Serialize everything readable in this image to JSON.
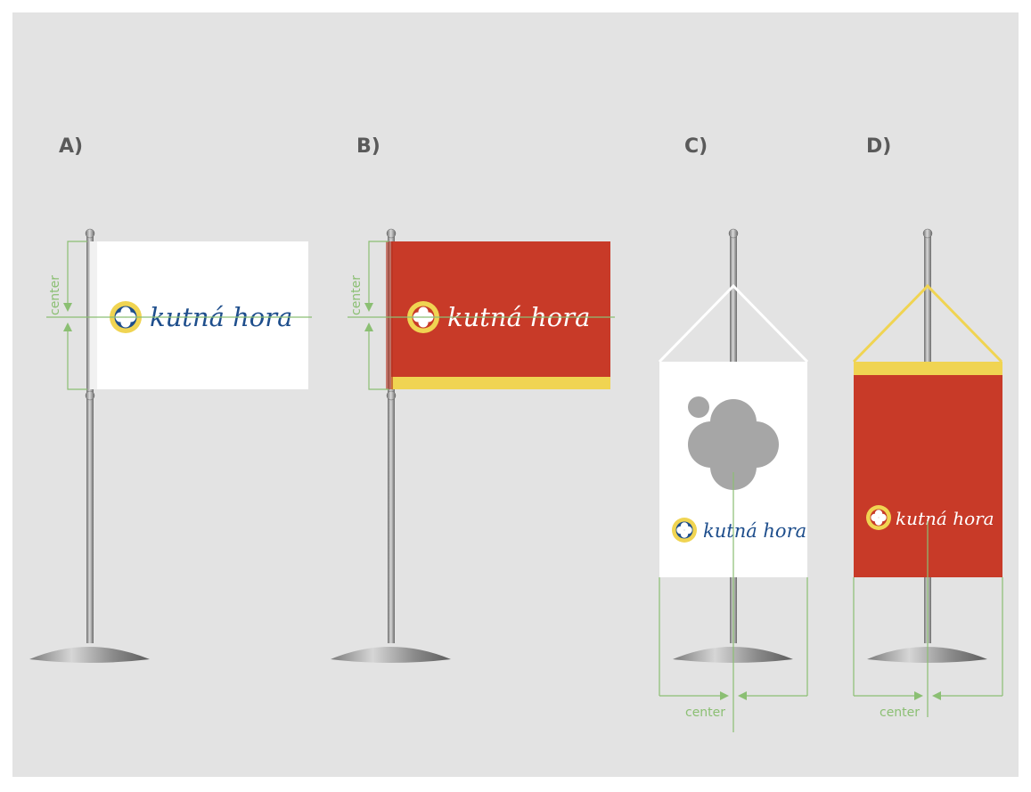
{
  "panels": [
    {
      "label": "A)"
    },
    {
      "label": "B)"
    },
    {
      "label": "C)"
    },
    {
      "label": "D)"
    }
  ],
  "logo_text": "kutná hora",
  "center_label": "center",
  "colors": {
    "background": "#e3e3e3",
    "brand_red": "#c83a28",
    "brand_yellow": "#f0d452",
    "brand_blue": "#1e4e8c",
    "guide_green": "#8bbf73",
    "pole": "#9a9a9a",
    "placeholder_gray": "#a6a6a6",
    "white": "#ffffff"
  }
}
